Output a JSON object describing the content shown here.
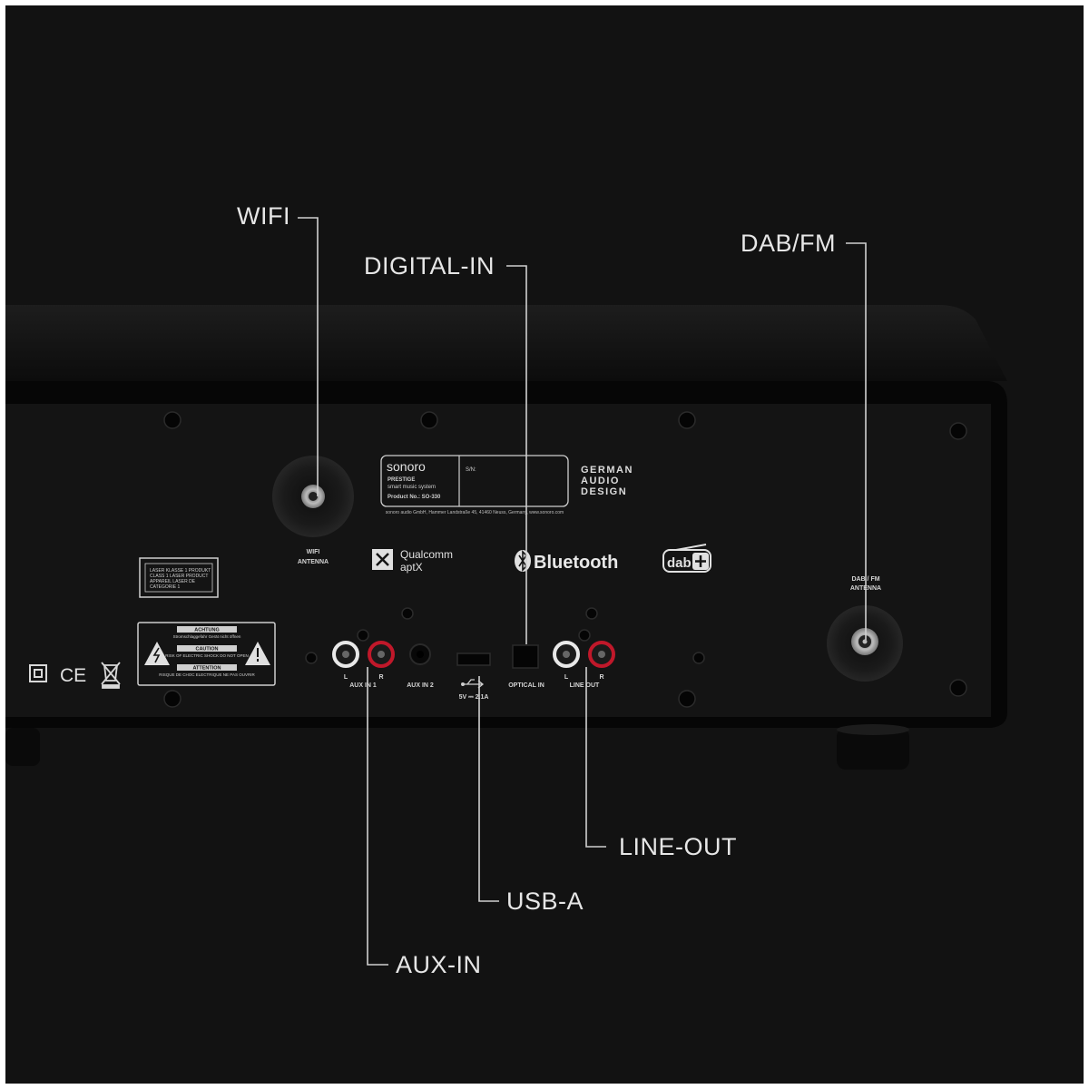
{
  "callouts": {
    "wifi": "WIFI",
    "digital_in": "DIGITAL-IN",
    "dab_fm": "DAB/FM",
    "line_out": "LINE-OUT",
    "usb_a": "USB-A",
    "aux_in": "AUX-IN"
  },
  "product_label": {
    "brand": "sonoro",
    "model": "PRESTIGE",
    "subtitle": "smart music system",
    "product_no": "Product No.: SO-330",
    "serial": "S/N:",
    "address": "sonoro audio GmbH, Hammer Landstraße 45, 41460 Neuss, Germany, www.sonoro.com"
  },
  "tagline": {
    "line1": "GERMAN",
    "line2": "AUDIO",
    "line3": "DESIGN"
  },
  "logos": {
    "qualcomm": "Qualcomm",
    "aptx": "aptX",
    "bluetooth": "Bluetooth",
    "dab": "dab"
  },
  "panel_labels": {
    "wifi_antenna_1": "WIFI",
    "wifi_antenna_2": "ANTENNA",
    "dab_antenna_1": "DAB / FM",
    "dab_antenna_2": "ANTENNA",
    "aux_in_1": "AUX IN 1",
    "aux_in_2": "AUX IN 2",
    "usb_rating": "5V ⎓ 2.1A",
    "optical_in": "OPTICAL IN",
    "line_out": "LINE OUT",
    "left": "L",
    "right": "R"
  },
  "laser_label": {
    "line1": "LASER KLASSE 1 PRODUKT",
    "line2": "CLASS 1 LASER PRODUCT",
    "line3": "APPAREIL LASER DE",
    "line4": "CATEGORIE 1"
  },
  "warning_label": {
    "achtung": "ACHTUNG",
    "achtung_text": "Stromschlaggefahr Gerät nicht öffnen",
    "caution": "CAUTION",
    "caution_text": "RISK OF ELECTRIC SHOCK DO NOT OPEN",
    "attention": "ATTENTION",
    "attention_text": "RISQUE DE CHOC ELECTRIQUE NE PAS OUVRIR"
  },
  "cert_marks": {
    "ce": "CE"
  },
  "colors": {
    "background": "#111111",
    "device_body": "#0b0b0b",
    "panel": "#141414",
    "callout_text": "#e6e6e6",
    "rca_red": "#c0182a",
    "rca_white": "#e8e8e8"
  }
}
